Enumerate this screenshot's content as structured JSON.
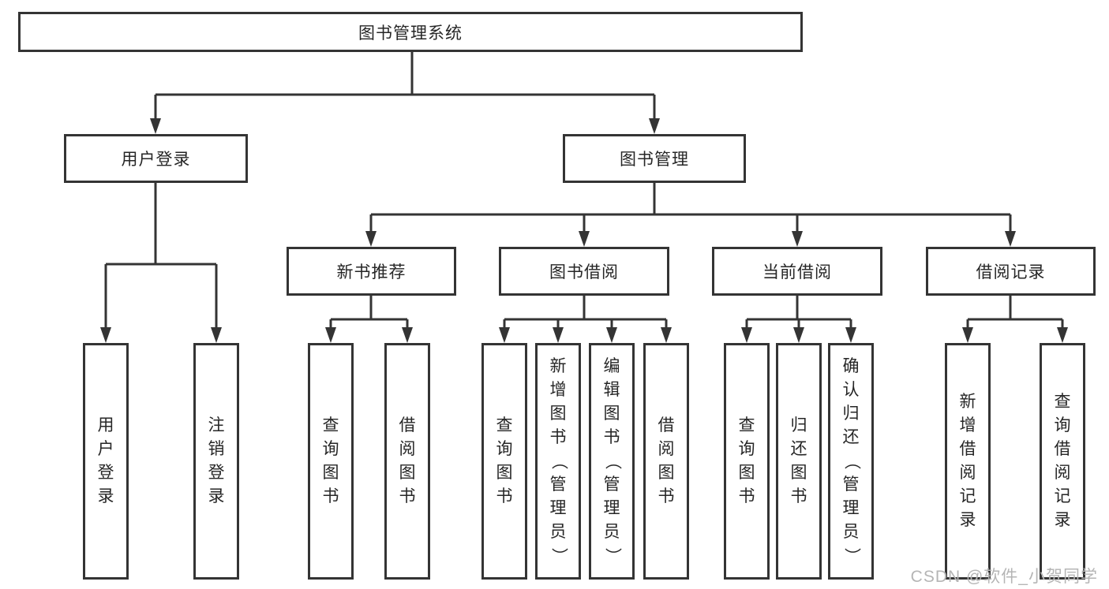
{
  "diagram": {
    "root": {
      "label": "图书管理系统"
    },
    "level2": {
      "user_login": {
        "label": "用户登录"
      },
      "book_management": {
        "label": "图书管理"
      }
    },
    "level3": {
      "new_book_recommend": {
        "label": "新书推荐"
      },
      "book_borrowing": {
        "label": "图书借阅"
      },
      "current_borrowing": {
        "label": "当前借阅"
      },
      "borrowing_records": {
        "label": "借阅记录"
      }
    },
    "leaves": {
      "user_login": {
        "label": "用户登录"
      },
      "logout": {
        "label": "注销登录"
      },
      "nbr_query_books": {
        "label": "查询图书"
      },
      "nbr_borrow_books": {
        "label": "借阅图书"
      },
      "bb_query_books": {
        "label": "查询图书"
      },
      "bb_add_books_admin": {
        "label": "新增图书（管理员）"
      },
      "bb_edit_books_admin": {
        "label": "编辑图书（管理员）"
      },
      "bb_borrow_books": {
        "label": "借阅图书"
      },
      "cb_query_books": {
        "label": "查询图书"
      },
      "cb_return_books": {
        "label": "归还图书"
      },
      "cb_confirm_return_admin": {
        "label": "确认归还（管理员）"
      },
      "br_add_record": {
        "label": "新增借阅记录"
      },
      "br_query_record": {
        "label": "查询借阅记录"
      }
    }
  },
  "watermark": {
    "text": "CSDN @软件_小贺同学"
  },
  "colors": {
    "line": "#343434",
    "box_border": "#343434",
    "text": "#262626",
    "watermark": "#b5b5b5",
    "background": "#ffffff"
  }
}
